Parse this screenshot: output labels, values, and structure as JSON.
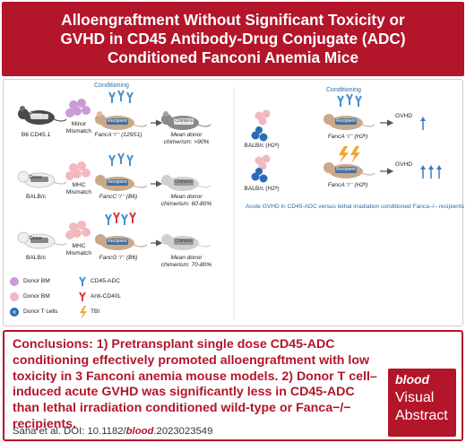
{
  "header": {
    "line1": "Alloengraftment Without Significant Toxicity or",
    "line2": "GVHD in CD45 Antibody-Drug Conjugate (ADC)",
    "line3": "Conditioned Fanconi Anemia Mice"
  },
  "left_panel": {
    "conditioning_label": "Conditioning",
    "rows": [
      {
        "donor_tag": "Donor",
        "donor_strain": "B6 CD45.1",
        "mismatch_line1": "Minor",
        "mismatch_line2": "Mismatch",
        "recipient_tag": "Recipient",
        "recipient_genotype": "FancA⁻/⁻ (129S1)",
        "chimera_tag": "Chimera",
        "outcome_line1": "Mean donor",
        "outcome_line2": "chimerism: >90%"
      },
      {
        "donor_tag": "Donor",
        "donor_strain": "BALB/c",
        "mismatch_line1": "MHC",
        "mismatch_line2": "Mismatch",
        "recipient_tag": "Recipient",
        "recipient_genotype": "FancC⁻/⁻ (B6)",
        "chimera_tag": "Chimera",
        "outcome_line1": "Mean donor",
        "outcome_line2": "chimerism: 60-80%"
      },
      {
        "donor_tag": "Donor",
        "donor_strain": "BALB/c",
        "mismatch_line1": "MHC",
        "mismatch_line2": "Mismatch",
        "recipient_tag": "Recipient",
        "recipient_genotype": "FancG⁻/⁻ (B6)",
        "chimera_tag": "Chimera",
        "outcome_line1": "Mean donor",
        "outcome_line2": "chimerism: 70-80%"
      }
    ]
  },
  "legend": {
    "items": [
      {
        "label": "Donor BM",
        "icon": "donor-bm-cells-icon",
        "color": "#c99bd6"
      },
      {
        "label": "CD45-ADC",
        "icon": "cd45-adc-antibody-icon",
        "color": "#4a8fd0"
      },
      {
        "label": "Donor BM",
        "icon": "donor-bm-pink-cells-icon",
        "color": "#f2b8bf"
      },
      {
        "label": "Anti-CD40L",
        "icon": "anti-cd40l-antibody-icon",
        "color": "#d73a3a"
      },
      {
        "label": "Donor T cells",
        "icon": "donor-t-cell-icon",
        "color": "#2a6db5"
      },
      {
        "label": "TBI",
        "icon": "tbi-lightning-icon",
        "color": "#f2a533"
      }
    ]
  },
  "right_panel": {
    "conditioning_label": "Conditioning",
    "rows": [
      {
        "donor_strain": "BALB/c (H2ᵈ)",
        "recipient_tag": "Recipient",
        "recipient_genotype": "FancA⁻/⁻ (H2ᵇ)",
        "outcome": "GVHD",
        "arrow_count": 1
      },
      {
        "donor_strain": "BALB/c (H2ᵈ)",
        "recipient_tag": "Recipient",
        "recipient_genotype": "FancA⁻/⁻ (H2ᵇ)",
        "outcome": "GVHD",
        "arrow_count": 3
      }
    ],
    "caption": "Acute GVHD in CD45-ADC versus lethal irradiation conditioned Fanca–/– recipients"
  },
  "conclusions": {
    "text": "Conclusions: 1) Pretransplant single dose CD45-ADC conditioning effectively promoted alloengraftment with low toxicity in 3 Fanconi anemia mouse models. 2) Donor T cell–induced acute GVHD was significantly less in CD45-ADC than lethal irradiation conditioned wild-type or Fanca−/− recipients."
  },
  "citation": {
    "prefix": "Saha et al. DOI: 10.1182/",
    "journal": "blood",
    "suffix": ".2023023549"
  },
  "badge": {
    "logo": "blood",
    "line1": "Visual",
    "line2": "Abstract"
  },
  "colors": {
    "brand_red": "#b3152a",
    "accent_blue": "#2f6fb0",
    "mouse_gray": "#8a8a8a",
    "mouse_dark": "#4a4a4a",
    "mouse_tan": "#c9a98a"
  }
}
